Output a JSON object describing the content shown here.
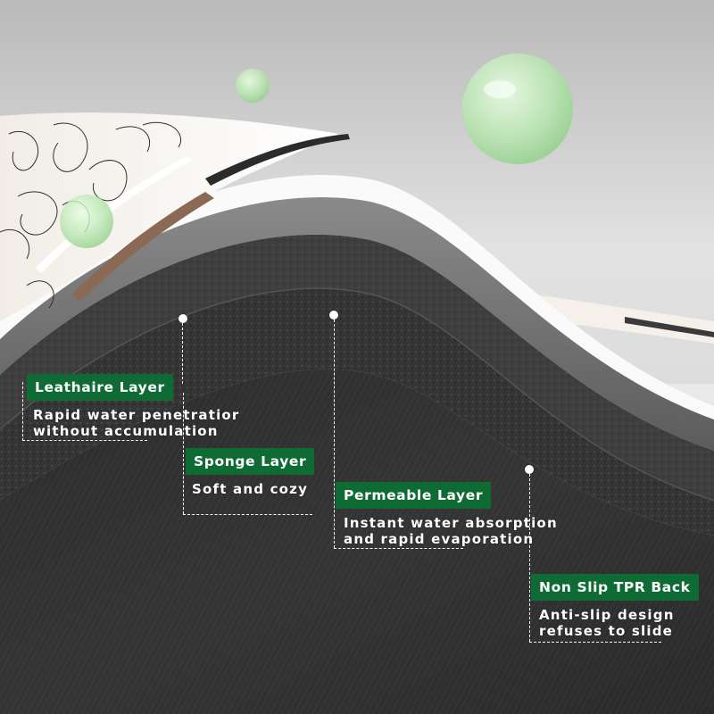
{
  "colors": {
    "label_background": "#0f6b34",
    "label_text": "#ffffff",
    "leader_line": "#ffffff",
    "water_droplet": "#b8e6b0"
  },
  "layers": [
    {
      "title": "Leathaire Layer",
      "description": [
        "Rapid water penetratior",
        "without accumulation"
      ]
    },
    {
      "title": "Sponge Layer",
      "description": [
        "Soft and cozy"
      ]
    },
    {
      "title": "Permeable Layer",
      "description": [
        "Instant water absorption",
        "and rapid evaporation"
      ]
    },
    {
      "title": "Non Slip TPR Back",
      "description": [
        "Anti-slip design",
        "refuses to slide"
      ]
    }
  ]
}
